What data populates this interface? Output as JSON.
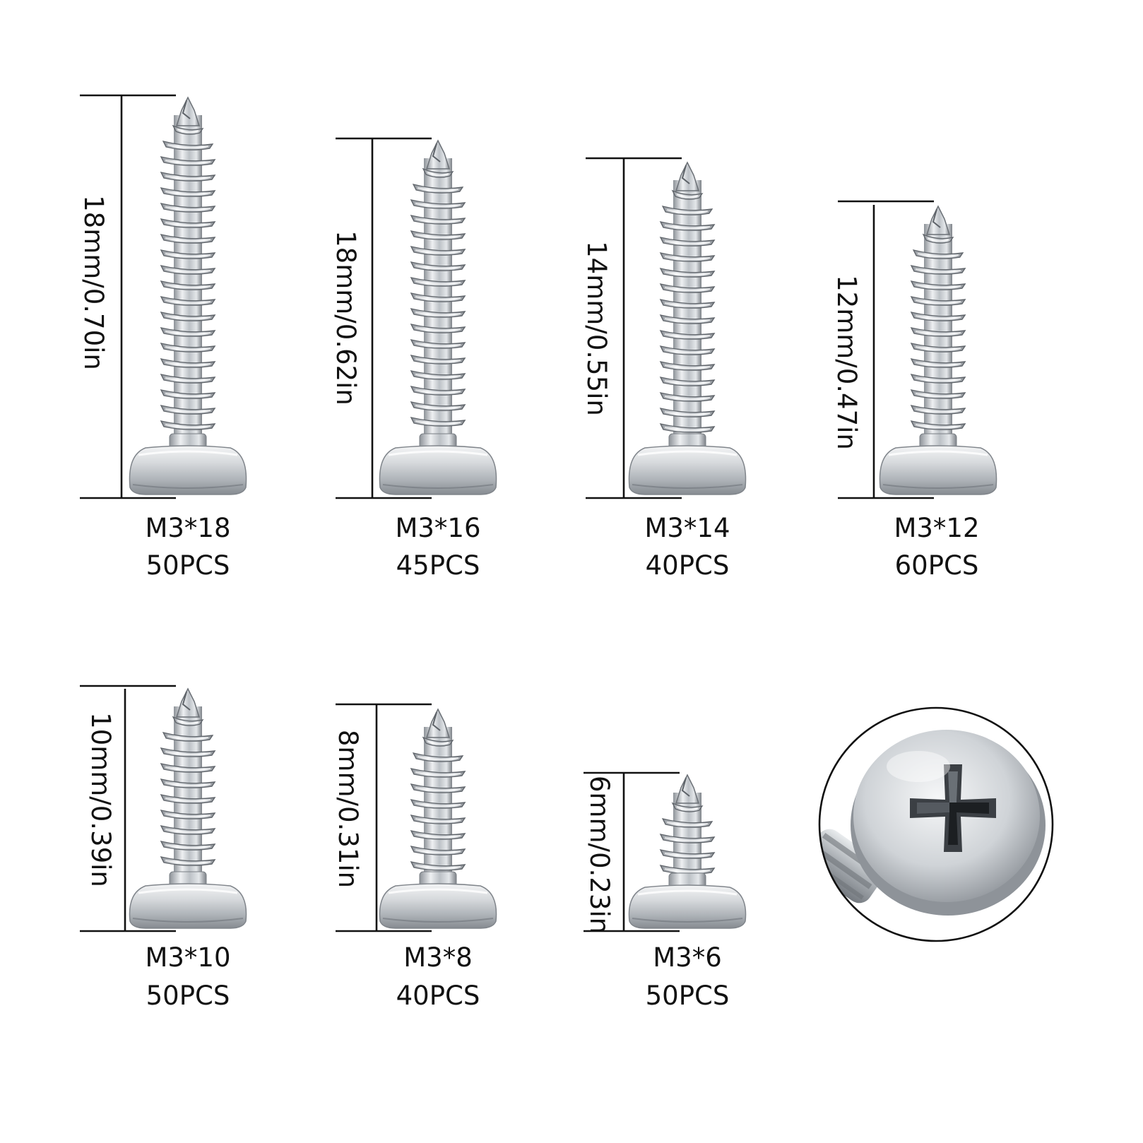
{
  "screws": [
    {
      "dimension": "18mm/0.70in",
      "size": "M3*18",
      "quantity": "50PCS"
    },
    {
      "dimension": "18mm/0.62in",
      "size": "M3*16",
      "quantity": "45PCS"
    },
    {
      "dimension": "14mm/0.55in",
      "size": "M3*14",
      "quantity": "40PCS"
    },
    {
      "dimension": "12mm/0.47in",
      "size": "M3*12",
      "quantity": "60PCS"
    },
    {
      "dimension": "10mm/0.39in",
      "size": "M3*10",
      "quantity": "50PCS"
    },
    {
      "dimension": "8mm/0.31in",
      "size": "M3*8",
      "quantity": "40PCS"
    },
    {
      "dimension": "6mm/0.23in",
      "size": "M3*6",
      "quantity": "50PCS"
    }
  ],
  "detail_view": {
    "icon": "phillips-screw-head-closeup"
  },
  "colors": {
    "background": "#ffffff",
    "lines": "#111111",
    "metal_light": "#eef0f2",
    "metal_dark": "#7d8288"
  }
}
